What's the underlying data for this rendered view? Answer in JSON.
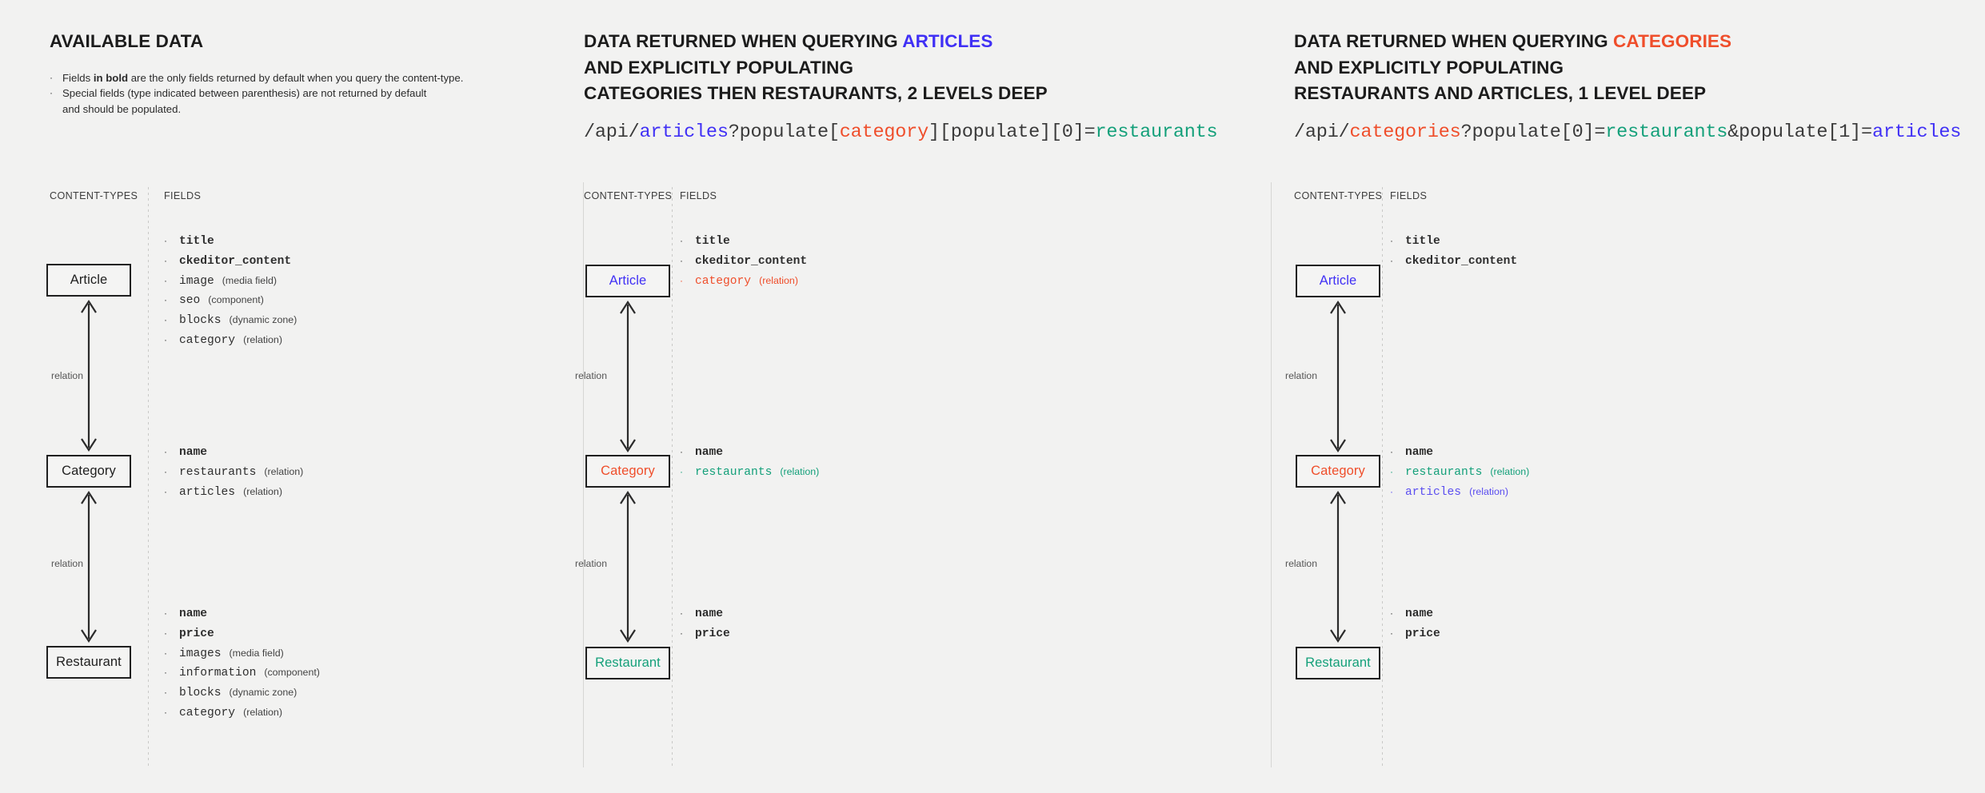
{
  "colors": {
    "background": "#f2f2f1",
    "ink": "#1f1f1f",
    "articles_blue": "#4030f5",
    "categories_red": "#ef4e2b",
    "restaurants_teal": "#14a07a"
  },
  "captions": {
    "content_types": "CONTENT-TYPES",
    "fields": "FIELDS",
    "relation": "relation"
  },
  "panels": [
    {
      "id": "available-data",
      "heading_lines": [
        [
          {
            "text": "AVAILABLE DATA",
            "color": "default"
          }
        ]
      ],
      "notes": [
        {
          "prefix": "Fields ",
          "bold": "in bold",
          "suffix": " are the only fields returned by default when you query the content-type."
        },
        {
          "prefix": "Special fields (type indicated between parenthesis) are not returned by default",
          "bold": "",
          "suffix": ""
        }
      ],
      "notes_continuation": "and should be populated.",
      "api_url": null,
      "nodes": [
        {
          "label": "Article",
          "color": "default"
        },
        {
          "label": "Category",
          "color": "default"
        },
        {
          "label": "Restaurant",
          "color": "default"
        }
      ],
      "field_groups": [
        [
          {
            "name": "title",
            "bold": true,
            "type": "",
            "color": "default"
          },
          {
            "name": "ckeditor_content",
            "bold": true,
            "type": "",
            "color": "default"
          },
          {
            "name": "image",
            "bold": false,
            "type": "(media field)",
            "color": "default"
          },
          {
            "name": "seo",
            "bold": false,
            "type": "(component)",
            "color": "default"
          },
          {
            "name": "blocks",
            "bold": false,
            "type": "(dynamic zone)",
            "color": "default"
          },
          {
            "name": "category",
            "bold": false,
            "type": "(relation)",
            "color": "default"
          }
        ],
        [
          {
            "name": "name",
            "bold": true,
            "type": "",
            "color": "default"
          },
          {
            "name": "restaurants",
            "bold": false,
            "type": "(relation)",
            "color": "default"
          },
          {
            "name": "articles",
            "bold": false,
            "type": "(relation)",
            "color": "default"
          }
        ],
        [
          {
            "name": "name",
            "bold": true,
            "type": "",
            "color": "default"
          },
          {
            "name": "price",
            "bold": true,
            "type": "",
            "color": "default"
          },
          {
            "name": "images",
            "bold": false,
            "type": "(media field)",
            "color": "default"
          },
          {
            "name": "information",
            "bold": false,
            "type": "(component)",
            "color": "default"
          },
          {
            "name": "blocks",
            "bold": false,
            "type": "(dynamic zone)",
            "color": "default"
          },
          {
            "name": "category",
            "bold": false,
            "type": "(relation)",
            "color": "default"
          }
        ]
      ]
    },
    {
      "id": "query-articles",
      "heading_lines": [
        [
          {
            "text": "DATA RETURNED WHEN QUERYING ",
            "color": "default"
          },
          {
            "text": "ARTICLES",
            "color": "blue"
          }
        ],
        [
          {
            "text": "AND EXPLICITLY POPULATING",
            "color": "default"
          }
        ],
        [
          {
            "text": "CATEGORIES THEN RESTAURANTS, 2 LEVELS DEEP",
            "color": "default"
          }
        ]
      ],
      "notes": [],
      "notes_continuation": "",
      "api_url": [
        {
          "text": "/api/",
          "color": "default"
        },
        {
          "text": "articles",
          "color": "blue"
        },
        {
          "text": "?populate[",
          "color": "default"
        },
        {
          "text": "category",
          "color": "red"
        },
        {
          "text": "][populate][0]=",
          "color": "default"
        },
        {
          "text": "restaurants",
          "color": "teal"
        }
      ],
      "nodes": [
        {
          "label": "Article",
          "color": "blue"
        },
        {
          "label": "Category",
          "color": "red"
        },
        {
          "label": "Restaurant",
          "color": "teal"
        }
      ],
      "field_groups": [
        [
          {
            "name": "title",
            "bold": true,
            "type": "",
            "color": "default"
          },
          {
            "name": "ckeditor_content",
            "bold": true,
            "type": "",
            "color": "default"
          },
          {
            "name": "category",
            "bold": false,
            "type": "(relation)",
            "color": "red"
          }
        ],
        [
          {
            "name": "name",
            "bold": true,
            "type": "",
            "color": "default"
          },
          {
            "name": "restaurants",
            "bold": false,
            "type": "(relation)",
            "color": "teal"
          }
        ],
        [
          {
            "name": "name",
            "bold": true,
            "type": "",
            "color": "default"
          },
          {
            "name": "price",
            "bold": true,
            "type": "",
            "color": "default"
          }
        ]
      ]
    },
    {
      "id": "query-categories",
      "heading_lines": [
        [
          {
            "text": "DATA RETURNED WHEN QUERYING ",
            "color": "default"
          },
          {
            "text": "CATEGORIES",
            "color": "red"
          }
        ],
        [
          {
            "text": "AND EXPLICITLY POPULATING",
            "color": "default"
          }
        ],
        [
          {
            "text": "RESTAURANTS AND ARTICLES, 1 LEVEL DEEP",
            "color": "default"
          }
        ]
      ],
      "notes": [],
      "notes_continuation": "",
      "api_url": [
        {
          "text": "/api/",
          "color": "default"
        },
        {
          "text": "categories",
          "color": "red"
        },
        {
          "text": "?populate[0]=",
          "color": "default"
        },
        {
          "text": "restaurants",
          "color": "teal"
        },
        {
          "text": "&populate[1]=",
          "color": "default"
        },
        {
          "text": "articles",
          "color": "blue"
        }
      ],
      "nodes": [
        {
          "label": "Article",
          "color": "blue"
        },
        {
          "label": "Category",
          "color": "red"
        },
        {
          "label": "Restaurant",
          "color": "teal"
        }
      ],
      "field_groups": [
        [
          {
            "name": "title",
            "bold": true,
            "type": "",
            "color": "default"
          },
          {
            "name": "ckeditor_content",
            "bold": true,
            "type": "",
            "color": "default"
          }
        ],
        [
          {
            "name": "name",
            "bold": true,
            "type": "",
            "color": "default"
          },
          {
            "name": "restaurants",
            "bold": false,
            "type": "(relation)",
            "color": "teal"
          },
          {
            "name": "articles",
            "bold": false,
            "type": "(relation)",
            "color": "blue"
          }
        ],
        [
          {
            "name": "name",
            "bold": true,
            "type": "",
            "color": "default"
          },
          {
            "name": "price",
            "bold": true,
            "type": "",
            "color": "default"
          }
        ]
      ]
    }
  ]
}
